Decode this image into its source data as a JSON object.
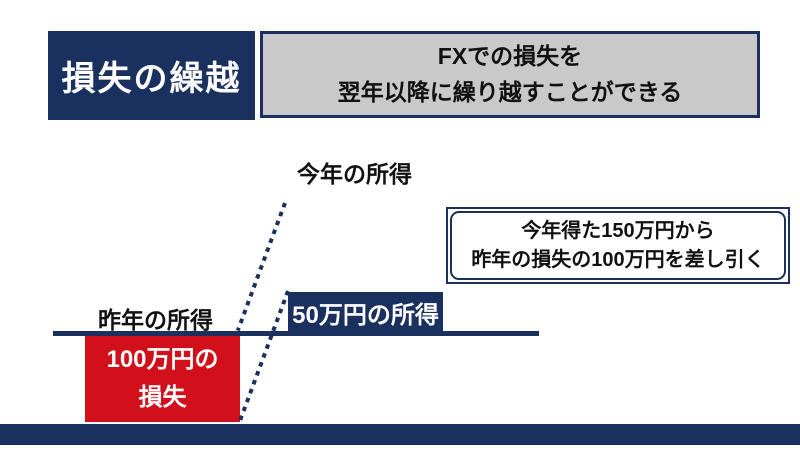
{
  "header": {
    "title": "損失の繰越",
    "subtitle_lines": [
      "FXでの損失を",
      "翌年以降に繰り越すことができる"
    ]
  },
  "labels": {
    "this_year_income": "今年の所得",
    "last_year_income": "昨年の所得"
  },
  "boxes": {
    "income": {
      "label": "50万円の所得"
    },
    "loss": {
      "lines": [
        "100万円の",
        "損失"
      ]
    },
    "callout": {
      "lines": [
        "今年得た150万円から",
        "昨年の損失の100万円を差し引く"
      ]
    }
  },
  "colors": {
    "navy": "#1a3160",
    "red": "#d1101b",
    "gray": "#c9c9c9",
    "text": "#111111"
  }
}
